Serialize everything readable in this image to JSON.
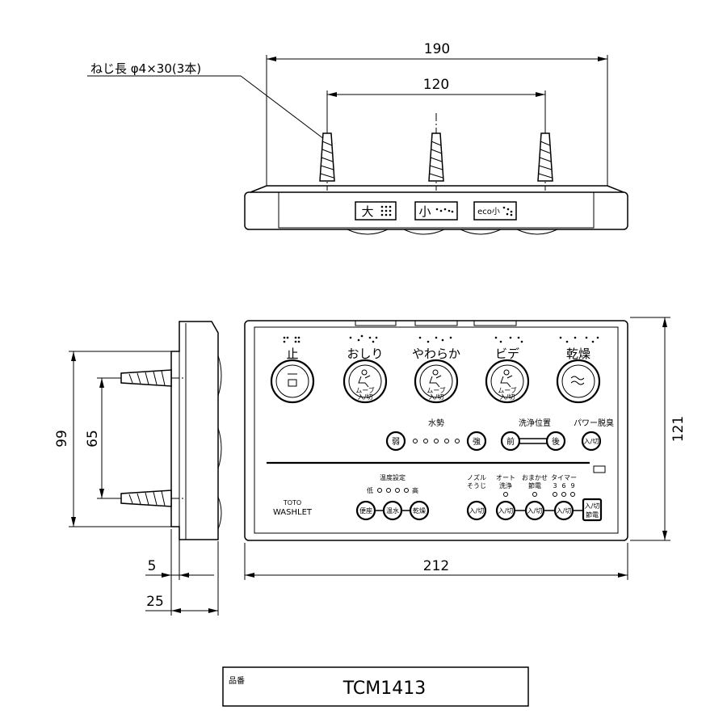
{
  "dimensions": {
    "top_width": "190",
    "top_spacing": "120",
    "front_width": "212",
    "front_height": "121",
    "side_height": "99",
    "side_spacing": "65",
    "side_depth_front": "5",
    "side_depth_total": "25"
  },
  "screw_note": "ねじ長  φ4×30(3本)",
  "top_buttons": [
    "大",
    "小",
    "eco小"
  ],
  "labels": {
    "stop": "止",
    "oshiri": "おしり",
    "yawaraka": "やわらか",
    "bidet": "ビデ",
    "dry": "乾燥",
    "move": "ムーブ",
    "onoff": "入/切",
    "water_pressure": "水勢",
    "weak": "弱",
    "strong": "強",
    "wash_position": "洗浄位置",
    "front": "前",
    "back": "後",
    "power_deodorize": "パワー脱臭",
    "temp_setting": "温度設定",
    "low": "低",
    "high": "高",
    "seat": "便座",
    "warm_water": "温水",
    "dry_short": "乾燥",
    "nozzle": "ノズル",
    "cleaning": "そうじ",
    "auto": "オート",
    "auto_wash": "洗浄",
    "omakase": "おまかせ",
    "power_save": "節電",
    "timer": "タイマー",
    "timer_3": "3",
    "timer_6": "6",
    "timer_9": "9",
    "power_save_btn": "入/切\n節電"
  },
  "brand": {
    "maker": "TOTO",
    "product": "WASHLET"
  },
  "part_label": "品番",
  "part_number": "TCM1413"
}
